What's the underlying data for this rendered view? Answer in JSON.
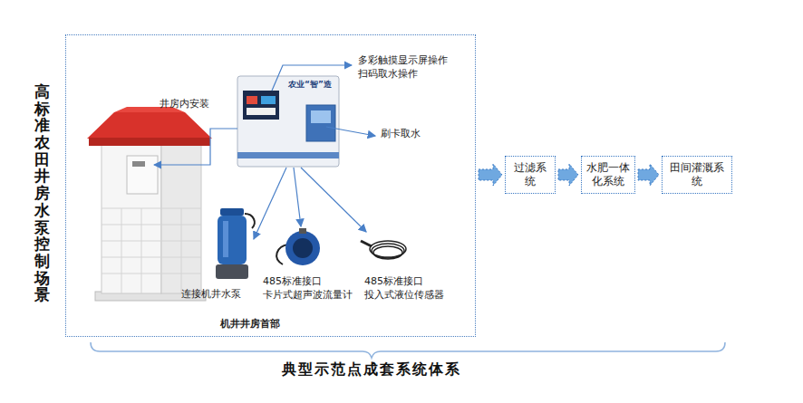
{
  "diagram": {
    "title": "高标准农田井房水泵控制场景",
    "caption": "典型示范点成套系统体系",
    "nodes": [
      {
        "text": [
          "机井井房首部"
        ]
      },
      {
        "text": [
          "过滤系统"
        ]
      },
      {
        "text": [
          "水肥一体化系统"
        ]
      },
      {
        "text": [
          "田间灌溉系统"
        ]
      }
    ],
    "edges": [
      {
        "from": 0,
        "to": 1,
        "arrow": "to"
      },
      {
        "from": 1,
        "to": 2,
        "arrow": "to"
      },
      {
        "from": 2,
        "to": 3,
        "arrow": "to"
      }
    ],
    "labels": [
      "多彩触摸显示屏操作",
      "扫码取水操作",
      "井房内安装",
      "刷卡取水",
      "农业“智”造",
      "连接机井水泵",
      "485标准接口",
      "卡片式超声波流量计",
      "485标准接口",
      "投入式液位传感器"
    ]
  }
}
